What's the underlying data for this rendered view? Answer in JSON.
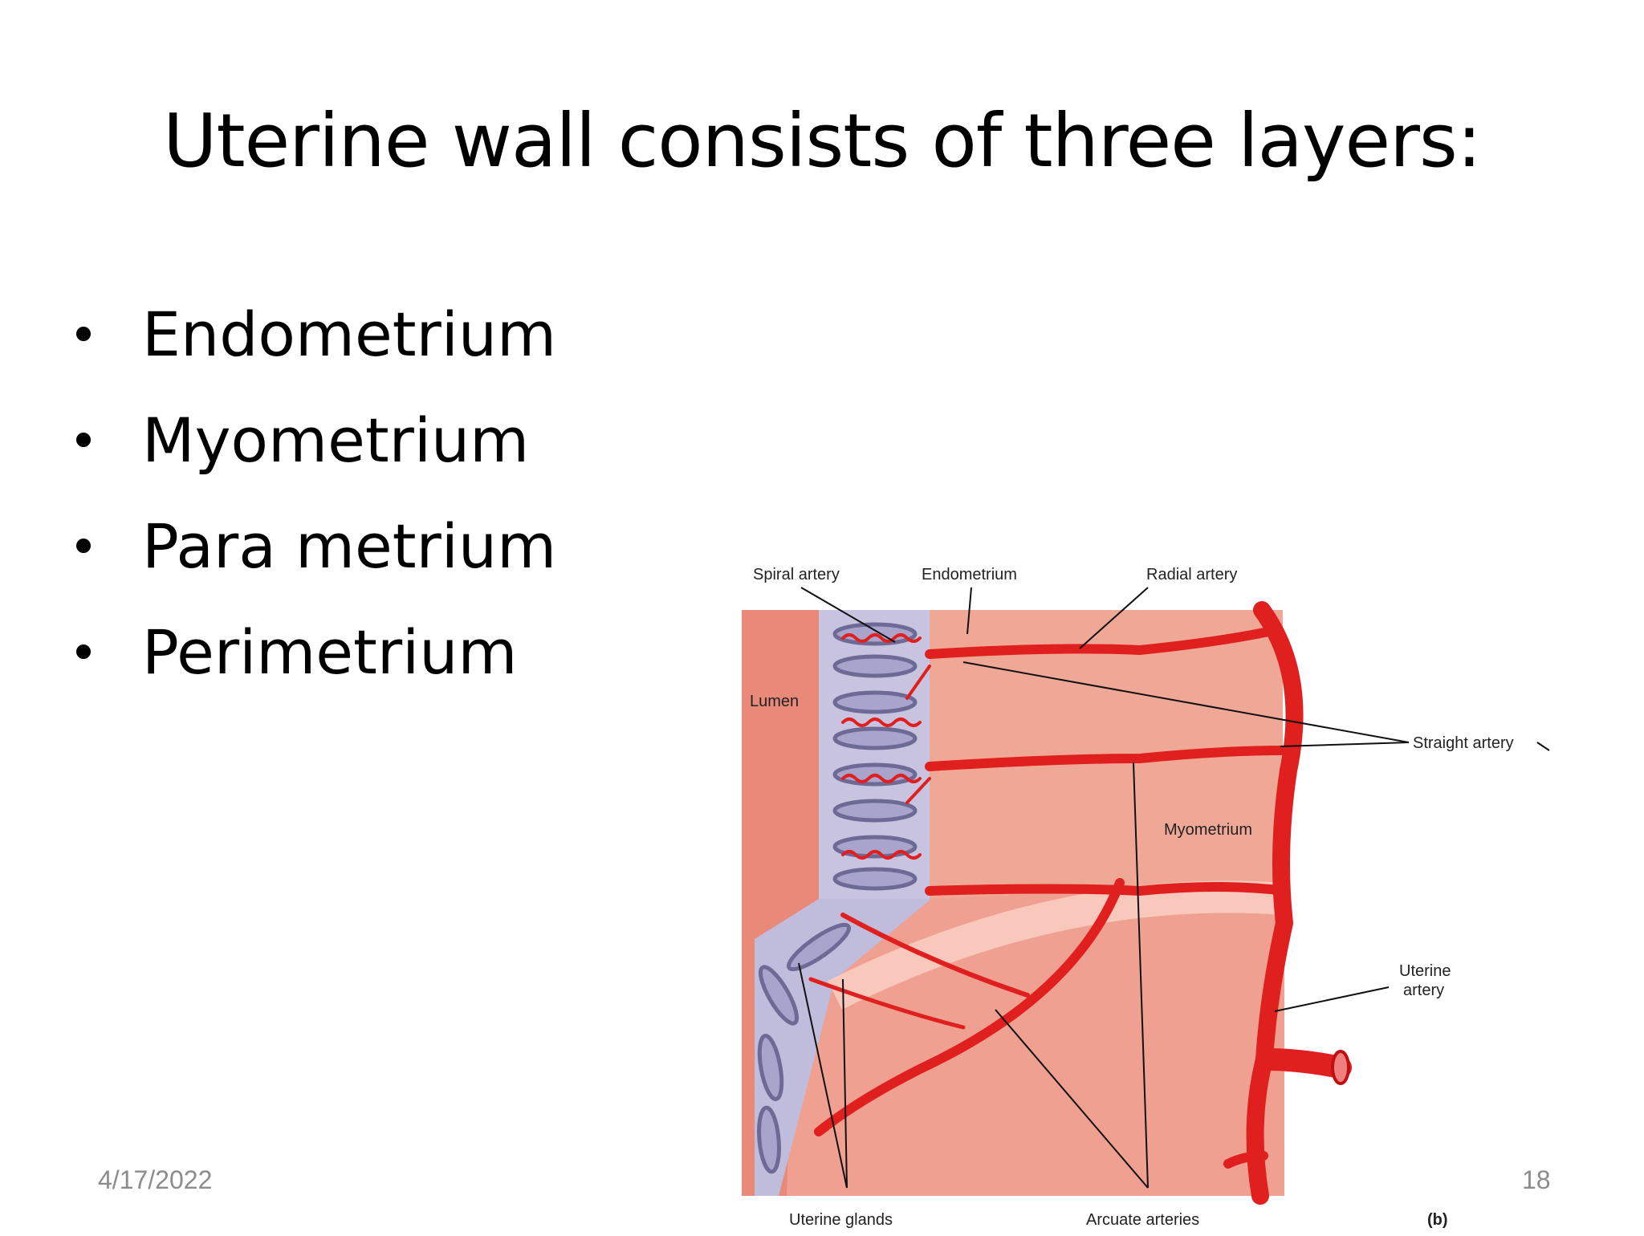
{
  "slide": {
    "title": "Uterine wall consists of three layers:",
    "bullets": [
      "Endometrium",
      "Myometrium",
      "Para metrium",
      "Perimetrium"
    ],
    "footer_date": "4/17/2022",
    "page_number": "18"
  },
  "figure": {
    "labels": {
      "spiral_artery": "Spiral artery",
      "endometrium": "Endometrium",
      "radial_artery": "Radial artery",
      "lumen": "Lumen",
      "straight_artery": "Straight artery",
      "myometrium": "Myometrium",
      "uterine_artery_line1": "Uterine",
      "uterine_artery_line2": "artery",
      "uterine_glands": "Uterine glands",
      "arcuate_arteries": "Arcuate arteries",
      "panel": "(b)"
    },
    "colors": {
      "lumen": "#e8897a",
      "endometrium": "#c4c0dc",
      "gland_outline": "#6e6a96",
      "myometrium": "#f0a494",
      "artery": "#e01f1f",
      "text": "#222222"
    }
  }
}
